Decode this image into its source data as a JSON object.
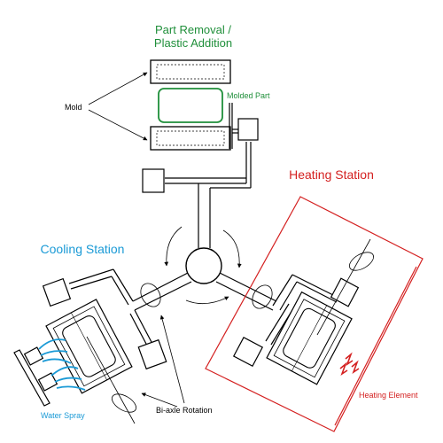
{
  "labels": {
    "part_removal": "Part Removal /",
    "plastic_addition": "Plastic Addition",
    "molded_part": "Molded Part",
    "mold": "Mold",
    "heating_station": "Heating Station",
    "cooling_station": "Cooling Station",
    "heating_element": "Heating Element",
    "water_spray": "Water Spray",
    "bi_axle_rotation": "Bi-axle Rotation"
  },
  "colors": {
    "green": "#1f8f3a",
    "red": "#d42020",
    "blue": "#1a9ad6",
    "line": "#000000"
  }
}
